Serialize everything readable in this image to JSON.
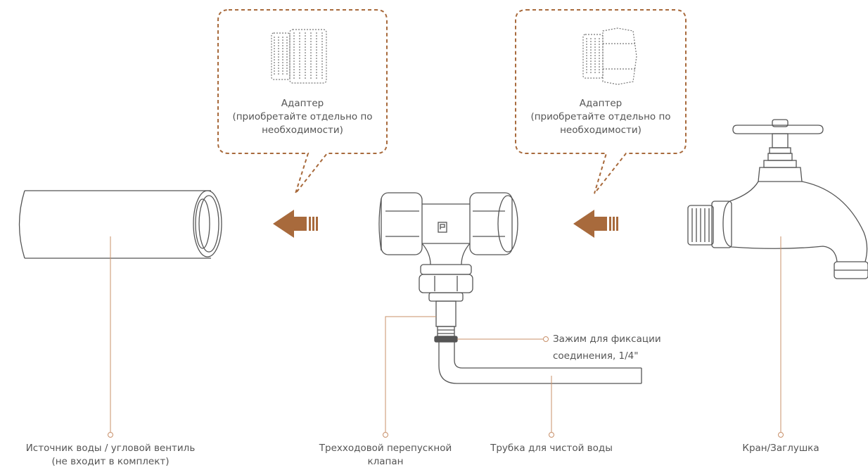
{
  "adapter_left": {
    "title": "Адаптер",
    "line2": "(приобретайте отдельно по",
    "line3": "необходимости)"
  },
  "adapter_right": {
    "title": "Адаптер",
    "line2": "(приобретайте отдельно по",
    "line3": "необходимости)"
  },
  "clamp": {
    "line1": "Зажим для фиксации",
    "line2": "соединения, 1/4\""
  },
  "labels": {
    "water_source_line1": "Источник воды / угловой вентиль",
    "water_source_line2": "(не входит в комплект)",
    "valve_line1": "Трехходовой перепускной",
    "valve_line2": "клапан",
    "tube": "Трубка для чистой воды",
    "faucet": "Кран/Заглушка"
  },
  "colors": {
    "accent": "#a86a3c",
    "dashed": "#a86a3c",
    "outline": "#555555",
    "leader": "#c8906a"
  }
}
